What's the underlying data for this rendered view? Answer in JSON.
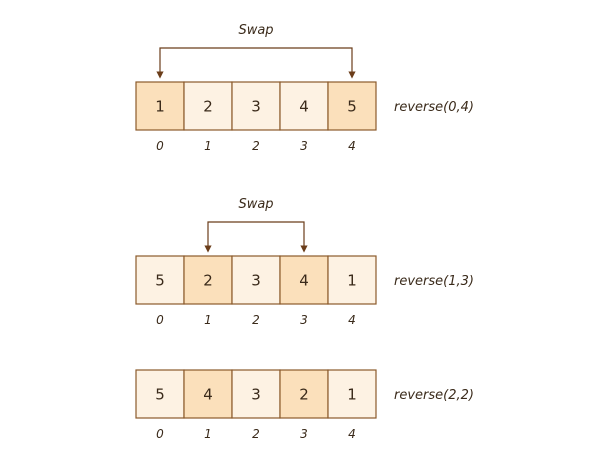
{
  "colors": {
    "border": "#8b5a2b",
    "cell_plain": "#fdf2e3",
    "cell_highlight": "#fbe0bb",
    "arrow": "#6b3d1a",
    "text": "#3a2a1a"
  },
  "rows": [
    {
      "call": "reverse(0,4)",
      "values": [
        "1",
        "2",
        "3",
        "4",
        "5"
      ],
      "indices": [
        "0",
        "1",
        "2",
        "3",
        "4"
      ],
      "highlighted": [
        0,
        4
      ],
      "swap": {
        "label": "Swap",
        "from": 0,
        "to": 4
      }
    },
    {
      "call": "reverse(1,3)",
      "values": [
        "5",
        "2",
        "3",
        "4",
        "1"
      ],
      "indices": [
        "0",
        "1",
        "2",
        "3",
        "4"
      ],
      "highlighted": [
        1,
        3
      ],
      "swap": {
        "label": "Swap",
        "from": 1,
        "to": 3
      }
    },
    {
      "call": "reverse(2,2)",
      "values": [
        "5",
        "4",
        "3",
        "2",
        "1"
      ],
      "indices": [
        "0",
        "1",
        "2",
        "3",
        "4"
      ],
      "highlighted": [
        1,
        3
      ],
      "swap": null
    }
  ]
}
